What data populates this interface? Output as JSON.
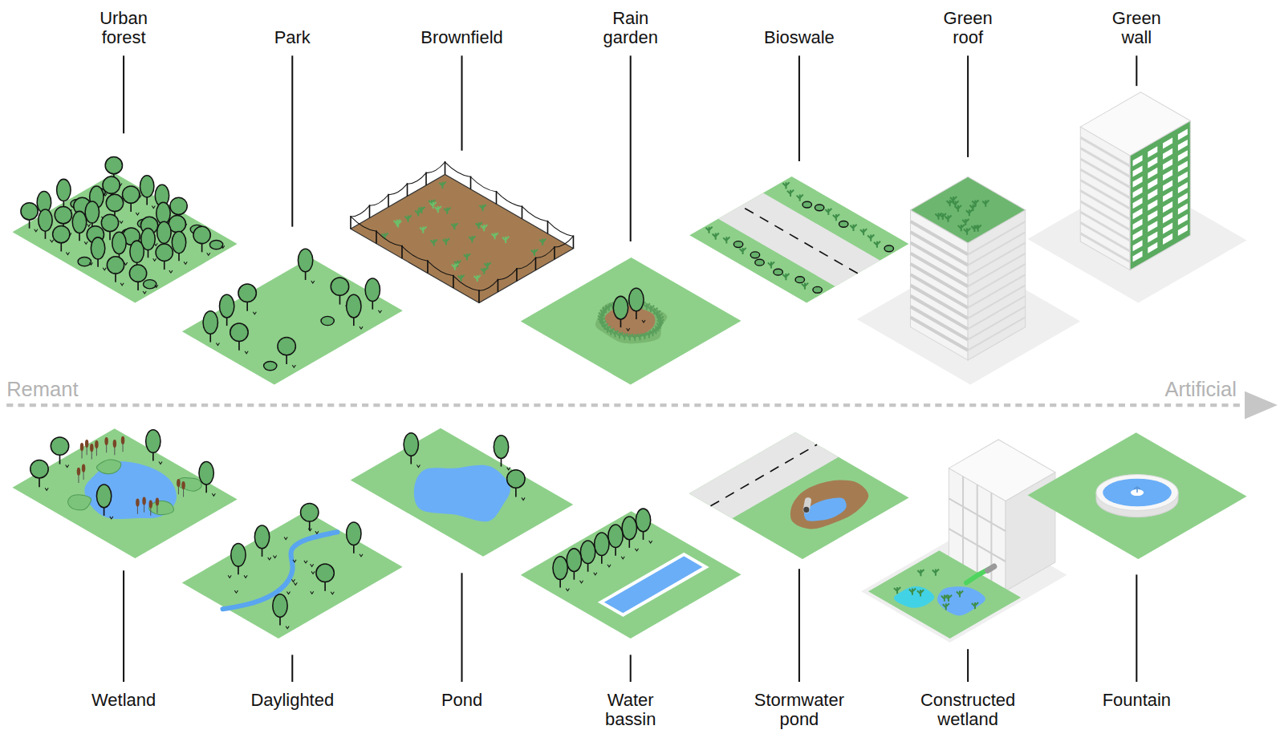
{
  "diagram": {
    "labels": [
      "Urban forest",
      "Park",
      "Brownfield",
      "Rain garden",
      "Bioswale",
      "Green roof",
      "Green wall",
      "Remant",
      "Artificial",
      "Wetland",
      "Daylighted",
      "Pond",
      "Water bassin",
      "Stormwater pond",
      "Constructed wetland",
      "Fountain"
    ]
  }
}
